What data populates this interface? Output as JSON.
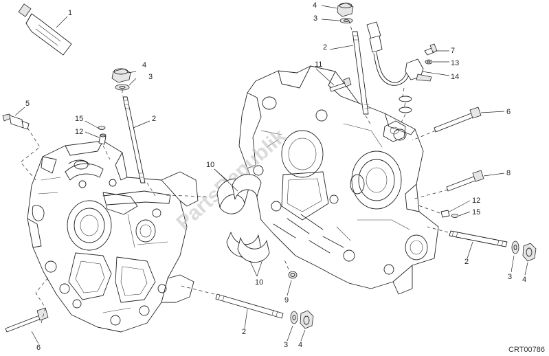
{
  "diagram": {
    "watermark": "PartsRepublik",
    "drawing_code": "CRT00786",
    "callouts": {
      "c1": "1",
      "c2a": "2",
      "c2b": "2",
      "c2c": "2",
      "c2d": "2",
      "c3a": "3",
      "c3b": "3",
      "c3c": "3",
      "c3d": "3",
      "c4a": "4",
      "c4b": "4",
      "c4c": "4",
      "c4d": "4",
      "c5": "5",
      "c6a": "6",
      "c6b": "6",
      "c7": "7",
      "c8": "8",
      "c9": "9",
      "c10a": "10",
      "c10b": "10",
      "c11": "11",
      "c12a": "12",
      "c12b": "12",
      "c13": "13",
      "c14": "14",
      "c15a": "15",
      "c15b": "15"
    }
  }
}
